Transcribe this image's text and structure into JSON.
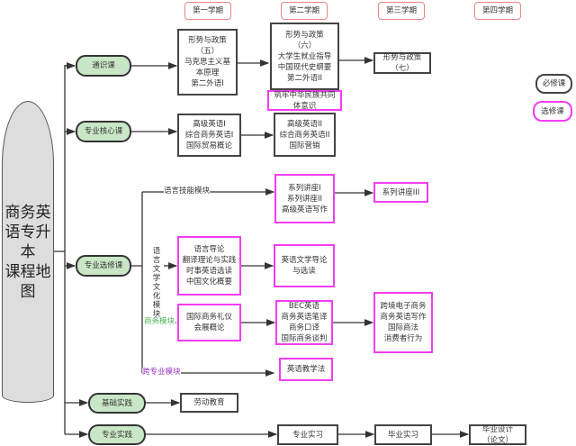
{
  "semesters": [
    "第一学期",
    "第二学期",
    "第三学期",
    "第四学期"
  ],
  "title_lines": [
    "商务英",
    "语专升",
    "本",
    "课程地",
    "图"
  ],
  "categories": {
    "general": "通识课",
    "core": "专业核心课",
    "elective": "专业选修课",
    "basic_practice": "基础实践",
    "pro_practice": "专业实践"
  },
  "modules": {
    "skills": "语言技能模块",
    "literature": [
      "语言",
      "文学",
      "文化",
      "模块"
    ],
    "business": "商务模块",
    "cross": "跨专业模块"
  },
  "courses": {
    "g1": [
      "形势与政策",
      "（五）",
      "马克思主义基",
      "本原理",
      "第二外语I"
    ],
    "g2": [
      "形势与政策",
      "（六）",
      "大学生就业指导",
      "中国现代史纲要",
      "第二外语II"
    ],
    "g2e": [
      "筑牢中华民族共同",
      "体意识"
    ],
    "g3": [
      "形势与政策",
      "（七）"
    ],
    "c1": [
      "高级英语I",
      "综合商务英语I",
      "国际贸易概论"
    ],
    "c2": [
      "高级英语II",
      "综合商务英语II",
      "国际营销"
    ],
    "s2": [
      "系列讲座I",
      "系列讲座II",
      "高级英语写作"
    ],
    "s3": [
      "系列讲座III"
    ],
    "l1": [
      "语言导论",
      "翻译理论与实践",
      "时事英语选读",
      "中国文化概要"
    ],
    "l2": [
      "英语文学导论",
      "与选读"
    ],
    "b1": [
      "国际商务礼仪",
      "会展概论"
    ],
    "b2": [
      "BEC英语",
      "商务英语笔译",
      "商务口译",
      "国际商务谈判"
    ],
    "b3": [
      "跨境电子商务",
      "商务英语写作",
      "国际商法",
      "消费者行为"
    ],
    "x2": [
      "英语教学法"
    ],
    "p0": [
      "劳动教育"
    ],
    "p2": [
      "专业实习"
    ],
    "p3": [
      "毕业实习"
    ],
    "p4": [
      "毕业设计",
      "（论文）"
    ]
  },
  "legend": {
    "required": "必修课",
    "elective": "选修课"
  },
  "colors": {
    "required": "#444444",
    "elective": "#f23ef2",
    "category": "#c9e6c7",
    "semester": "#e78585",
    "business": "#4caf50",
    "cross": "#9b30c8"
  }
}
